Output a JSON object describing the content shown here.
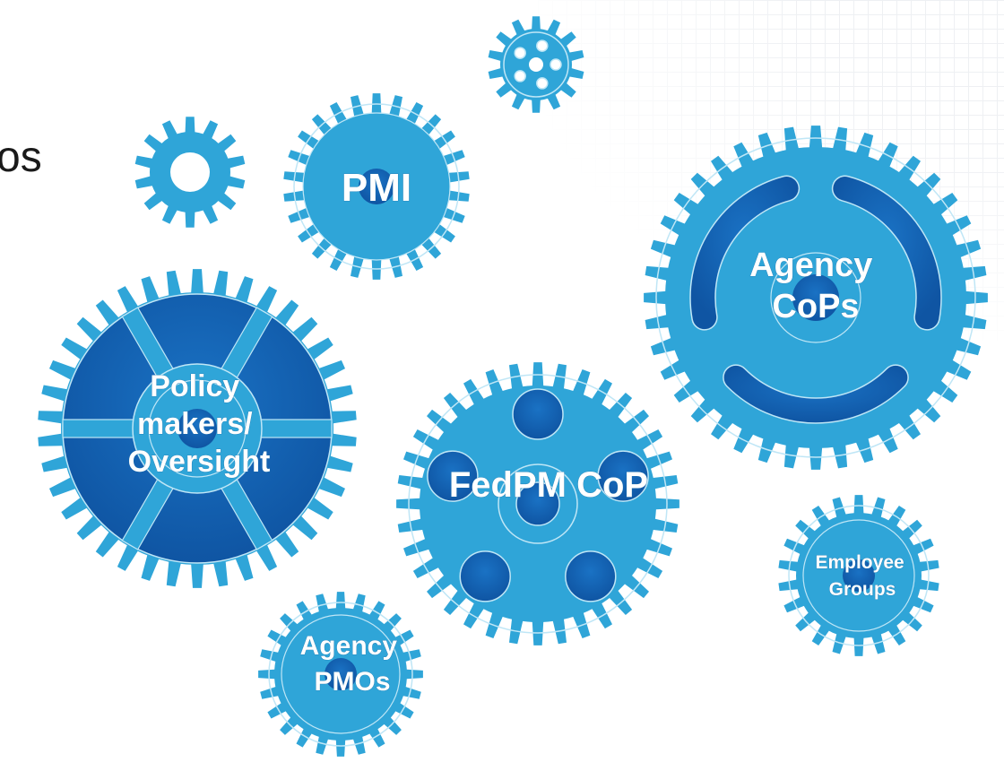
{
  "heading_fragment": "os",
  "colors": {
    "gear_fill": "#2fa5d8",
    "gear_ring": "#bfe6f6",
    "gear_dark": "#1565b8",
    "label": "#ffffff"
  },
  "gears": [
    {
      "id": "pmi",
      "label": "PMI"
    },
    {
      "id": "policy",
      "label": "Policy makers/ Oversight"
    },
    {
      "id": "agency-cops",
      "label": "Agency CoPs"
    },
    {
      "id": "fedpm",
      "label": "FedPM CoP"
    },
    {
      "id": "employee",
      "label": "Employee Groups"
    },
    {
      "id": "agency-pmos",
      "label": "Agency PMOs"
    }
  ]
}
